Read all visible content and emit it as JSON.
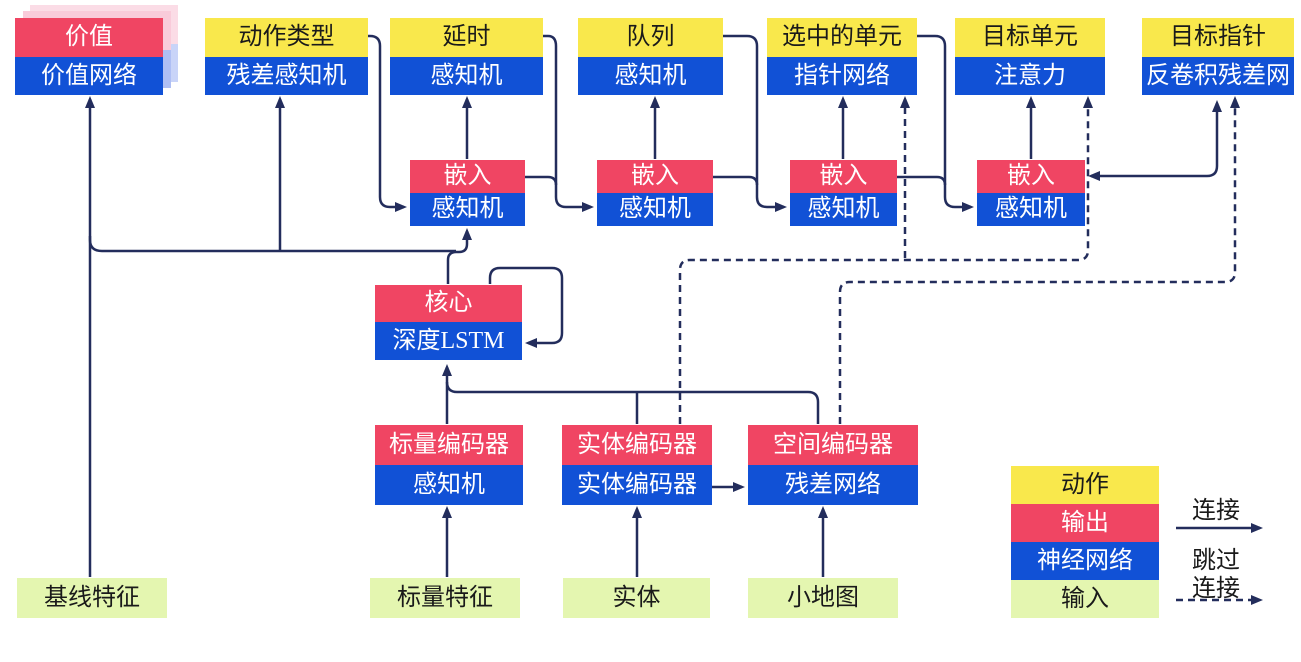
{
  "nodes": {
    "value": {
      "label": "价值",
      "network": "价值网络"
    },
    "action_type": {
      "label": "动作类型",
      "network": "残差感知机"
    },
    "delay": {
      "label": "延时",
      "network": "感知机"
    },
    "queue": {
      "label": "队列",
      "network": "感知机"
    },
    "selected_units": {
      "label": "选中的单元",
      "network": "指针网络"
    },
    "target_unit": {
      "label": "目标单元",
      "network": "注意力"
    },
    "target_point": {
      "label": "目标指针",
      "network": "反卷积残差网"
    },
    "embed1": {
      "label": "嵌入",
      "network": "感知机"
    },
    "embed2": {
      "label": "嵌入",
      "network": "感知机"
    },
    "embed3": {
      "label": "嵌入",
      "network": "感知机"
    },
    "embed4": {
      "label": "嵌入",
      "network": "感知机"
    },
    "core": {
      "label": "核心",
      "network": "深度LSTM"
    },
    "scalar_encoder": {
      "label": "标量编码器",
      "network": "感知机"
    },
    "entity_encoder": {
      "label": "实体编码器",
      "network": "实体编码器"
    },
    "spatial_encoder": {
      "label": "空间编码器",
      "network": "残差网络"
    },
    "baseline_features": {
      "label": "基线特征"
    },
    "scalar_features": {
      "label": "标量特征"
    },
    "entities": {
      "label": "实体"
    },
    "minimap": {
      "label": "小地图"
    }
  },
  "legend": {
    "action": "动作",
    "output": "输出",
    "neural_network": "神经网络",
    "input": "输入",
    "solid_arrow_label": "连接",
    "dashed_arrow_label_line1": "跳过",
    "dashed_arrow_label_line2": "连接"
  },
  "colors": {
    "action_yellow": "#F9E84C",
    "output_red": "#F04563",
    "network_blue": "#1151D6",
    "input_green": "#E4F6B0",
    "wire_navy": "#232D5C",
    "ghost_pink": "#F9CBDA",
    "ghost_blue": "#AFBFF4"
  }
}
